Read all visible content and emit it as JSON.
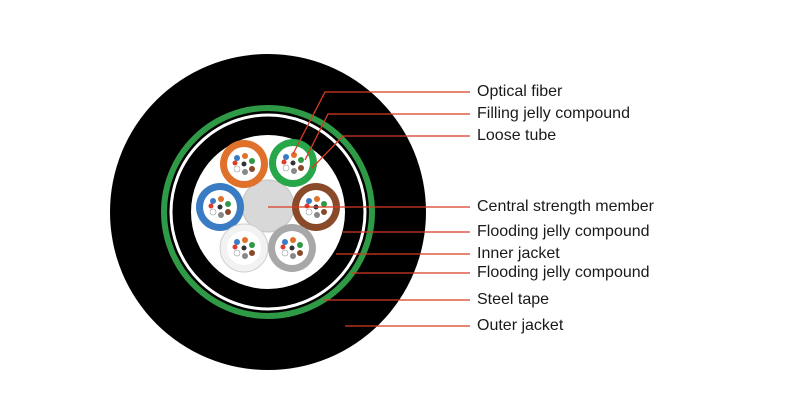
{
  "colors": {
    "outer_jacket": "#000000",
    "steel_tape": "#2e9a45",
    "inner_jacket": "#ffffff",
    "leader_line": "#d93a22",
    "central_member": "#d8d8d8",
    "tube_orange": "#e0712a",
    "tube_green": "#27a74a",
    "tube_brown": "#8a4a2a",
    "tube_gray": "#a8a8a8",
    "tube_white": "#f2f2f2",
    "tube_blue": "#3a7cc4"
  },
  "labels": {
    "optical_fiber": "Optical fiber",
    "filling_jelly": "Filling jelly compound",
    "loose_tube": "Loose tube",
    "central_member": "Central strength member",
    "flooding_jelly_1": "Flooding jelly compound",
    "inner_jacket": "Inner jacket",
    "flooding_jelly_2": "Flooding jelly compound",
    "steel_tape": "Steel tape",
    "outer_jacket": "Outer jacket"
  }
}
